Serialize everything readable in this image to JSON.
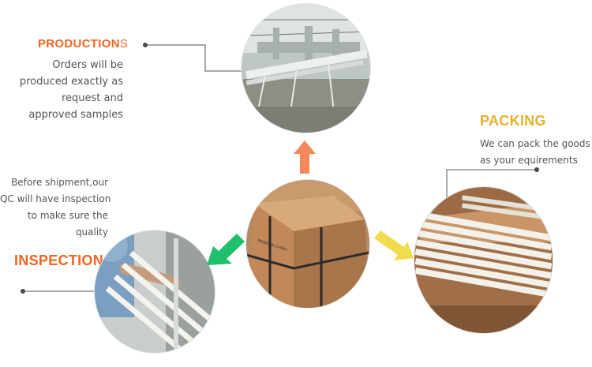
{
  "colors": {
    "orange": "#f26522",
    "gold": "#e6b12c",
    "green": "#1fbf6b",
    "salmon": "#f5875b",
    "yellow": "#f1dc4e",
    "connector": "#555555"
  },
  "sections": {
    "productions": {
      "title_main": "PRODUCTION",
      "title_tail": "S",
      "lines": [
        "Orders will be",
        "produced exactly as",
        "request and",
        "approved samples"
      ]
    },
    "packing": {
      "title": "PACKING",
      "lines": [
        "We can pack the goods",
        "as your equirements"
      ]
    },
    "inspection": {
      "title": "INSPECTION",
      "lines": [
        "Before shipment,our",
        "QC will have inspection",
        "to make sure the",
        "quality"
      ]
    }
  },
  "images": {
    "production_photo": "factory production line",
    "packing_photo": "white tubes packed in wooden crate",
    "inspection_photo": "worker inspecting white tubes",
    "shipment_photo": "wooden crates with steel straps"
  },
  "crate_label": "MADE IN CHINA"
}
